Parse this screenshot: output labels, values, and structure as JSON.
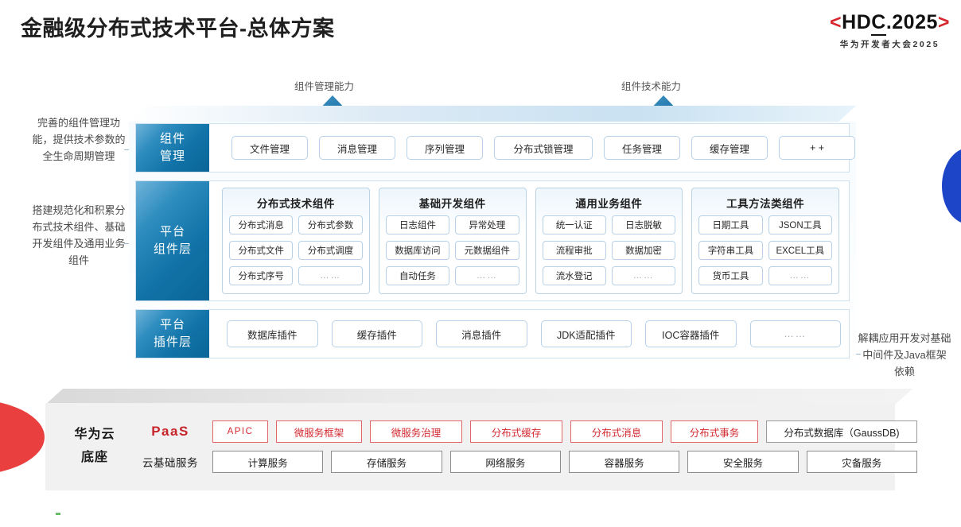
{
  "header": {
    "title": "金融级分布式技术平台-总体方案",
    "logo": {
      "bracket_left": "<",
      "main_a": "HD",
      "main_c": "C",
      "main_b": ".2025",
      "bracket_right": ">",
      "subtitle": "华为开发者大会2025",
      "bracket_color": "#d7282f"
    }
  },
  "capabilities": [
    {
      "label": "组件管理能力",
      "icon": "up-arrow-icon"
    },
    {
      "label": "组件技术能力",
      "icon": "up-arrow-icon"
    }
  ],
  "side_notes": {
    "management": "完善的组件管理功能，提供技术参数的全生命周期管理",
    "components": "搭建规范化和积累分布式技术组件、基础开发组件及通用业务组件",
    "plugins_right": "解耦应用开发对基础中间件及Java框架依赖"
  },
  "layers": {
    "management": {
      "label_line1": "组件",
      "label_line2": "管理",
      "items": [
        "文件管理",
        "消息管理",
        "序列管理",
        "分布式锁管理",
        "任务管理",
        "缓存管理",
        "+ +"
      ]
    },
    "component": {
      "label_line1": "平台",
      "label_line2": "组件层",
      "groups": [
        {
          "title": "分布式技术组件",
          "items": [
            "分布式消息",
            "分布式参数",
            "分布式文件",
            "分布式调度",
            "分布式序号",
            "……"
          ]
        },
        {
          "title": "基础开发组件",
          "items": [
            "日志组件",
            "异常处理",
            "数据库访问",
            "元数据组件",
            "自动任务",
            "……"
          ]
        },
        {
          "title": "通用业务组件",
          "items": [
            "统一认证",
            "日志脱敏",
            "流程审批",
            "数据加密",
            "流水登记",
            "……"
          ]
        },
        {
          "title": "工具方法类组件",
          "items": [
            "日期工具",
            "JSON工具",
            "字符串工具",
            "EXCEL工具",
            "货币工具",
            "……"
          ]
        }
      ]
    },
    "plugin": {
      "label_line1": "平台",
      "label_line2": "插件层",
      "items": [
        "数据库插件",
        "缓存插件",
        "消息插件",
        "JDK适配插件",
        "IOC容器插件",
        "……"
      ]
    }
  },
  "base": {
    "brand_line1": "华为云",
    "brand_line2": "底座",
    "paas": {
      "tag": "PaaS",
      "items": [
        "APIC",
        "微服务框架",
        "微服务治理",
        "分布式缓存",
        "分布式消息",
        "分布式事务",
        "分布式数据库（GaussDB)"
      ]
    },
    "infra": {
      "tag": "云基础服务",
      "items": [
        "计算服务",
        "存储服务",
        "网络服务",
        "容器服务",
        "安全服务",
        "灾备服务"
      ]
    }
  },
  "colors": {
    "accent_red": "#d22a30",
    "accent_blue": "#0b6597",
    "logo_red": "#d7282f",
    "decor_blue": "#1d45c8",
    "decor_red": "#ea3f3f"
  }
}
